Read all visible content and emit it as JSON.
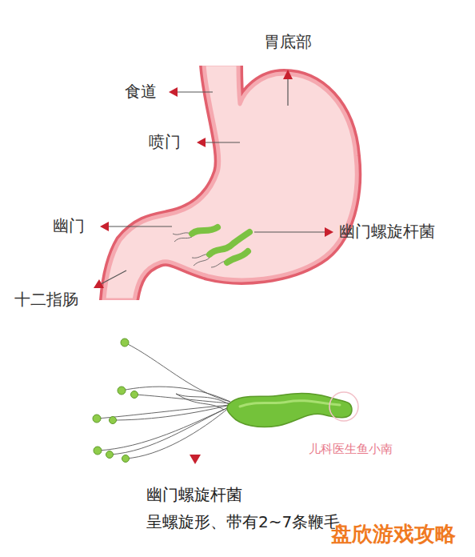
{
  "diagram": {
    "labels": [
      "胃底部",
      "食道",
      "喷门",
      "幽门",
      "幽门螺旋杆菌",
      "十二指肠",
      "儿科医生鱼小南",
      "幽门螺旋杆菌",
      "呈螺旋形、带有2~7条鞭毛",
      "盘欣游戏攻略"
    ]
  }
}
